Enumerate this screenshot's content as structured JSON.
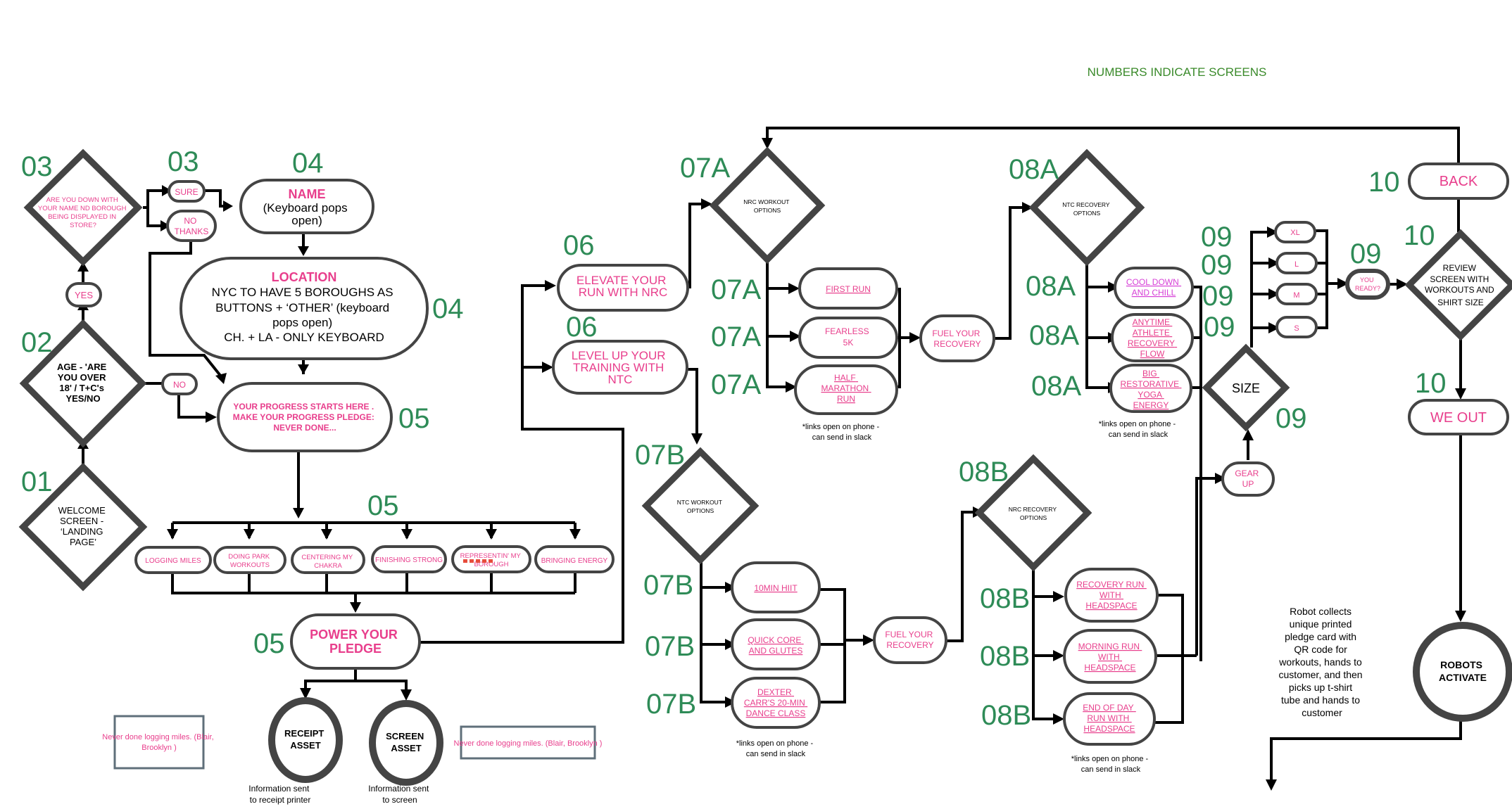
{
  "legend": "NUMBERS INDICATE SCREENS",
  "colors": {
    "accent_pink": "#e83e8c",
    "screen_green": "#2e8b57",
    "legend_green": "#3a8a2a",
    "stroke": "#444444"
  },
  "screens": {
    "s01": "01",
    "s02": "02",
    "s03a": "03",
    "s03b": "03",
    "s04a": "04",
    "s04b": "04",
    "s05a": "05",
    "s05b": "05",
    "s05c": "05",
    "s06a": "06",
    "s06b": "06",
    "s07a": [
      "07A",
      "07A",
      "07A",
      "07A"
    ],
    "s07b": [
      "07B",
      "07B",
      "07B",
      "07B"
    ],
    "s08a": [
      "08A",
      "08A",
      "08A",
      "08A"
    ],
    "s08b": [
      "08B",
      "08B",
      "08B",
      "08B"
    ],
    "s09": [
      "09",
      "09",
      "09",
      "09",
      "09",
      "09"
    ],
    "s10": [
      "10",
      "10",
      "10"
    ]
  },
  "nodes": {
    "welcome": [
      "WELCOME",
      "SCREEN -",
      "‘LANDING",
      "PAGE’"
    ],
    "age": [
      "AGE - 'ARE",
      "YOU OVER",
      "18' /  T+C's",
      "YES/NO"
    ],
    "yes": "YES",
    "no": "NO",
    "consent": [
      "ARE YOU DOWN WITH",
      "YOUR NAME ND BOROUGH",
      "BEING DISPLAYED IN",
      "STORE?"
    ],
    "sure": "SURE",
    "no_thanks": [
      "NO",
      "THANKS"
    ],
    "name_title": "NAME",
    "name_sub": [
      "(Keyboard pops",
      "open)"
    ],
    "location_title": "LOCATION",
    "location_body": [
      "NYC TO HAVE 5 BOROUGHS AS",
      "BUTTONS + ‘OTHER’ (keyboard",
      "pops open)",
      "CH. + LA - ONLY KEYBOARD"
    ],
    "progress": [
      "YOUR PROGRESS STARTS HERE .",
      "MAKE YOUR PROGRESS PLEDGE:",
      "NEVER DONE..."
    ],
    "pledge_options": [
      [
        "LOGGING MILES"
      ],
      [
        "DOING PARK",
        "WORKOUTS"
      ],
      [
        "CENTERING MY",
        "CHAKRA"
      ],
      [
        "FINISHING STRONG"
      ],
      [
        "REPRESENTIN' MY",
        "BOROUGH"
      ],
      [
        "BRINGING ENERGY"
      ]
    ],
    "power": [
      "POWER YOUR",
      "PLEDGE"
    ],
    "receipt_asset": [
      "RECEIPT",
      "ASSET"
    ],
    "screen_asset": [
      "SCREEN",
      "ASSET"
    ],
    "receipt_note": [
      "Information sent",
      "to receipt printer"
    ],
    "screen_note": [
      "Information sent",
      "to screen"
    ],
    "receipt_preview": [
      "Never done logging miles. (Blair,",
      "Brooklyn )"
    ],
    "screen_preview": "Never done logging miles. (Blair, Brooklyn )",
    "nrc": [
      "ELEVATE YOUR",
      "RUN WITH NRC"
    ],
    "ntc": [
      "LEVEL UP YOUR",
      "TRAINING WITH",
      "NTC"
    ],
    "nrc_workout": [
      "NRC WORKOUT",
      "OPTIONS"
    ],
    "ntc_workout": [
      "NTC WORKOUT",
      "OPTIONS"
    ],
    "nrc_items": [
      [
        "FIRST RUN"
      ],
      [
        "FEARLESS",
        "5K"
      ],
      [
        "HALF",
        "MARATHON",
        "RUN"
      ]
    ],
    "ntc_items": [
      [
        "10MIN HIIT"
      ],
      [
        "QUICK CORE",
        "AND GLUTES"
      ],
      [
        "DEXTER",
        "CARR'S 20-MIN",
        "DANCE CLASS"
      ]
    ],
    "links_note": [
      "*links open on phone -",
      "can send in slack"
    ],
    "fuel": [
      "FUEL YOUR",
      "RECOVERY"
    ],
    "ntc_recovery": [
      "NTC RECOVERY",
      "OPTIONS"
    ],
    "nrc_recovery": [
      "NRC RECOVERY",
      "OPTIONS"
    ],
    "ntc_rec_items": [
      [
        "COOL DOWN",
        "AND CHILL"
      ],
      [
        "ANYTIME",
        "ATHLETE",
        "RECOVERY",
        "FLOW"
      ],
      [
        "BIG",
        "RESTORATIVE",
        "YOGA",
        "ENERGY"
      ]
    ],
    "nrc_rec_items": [
      [
        "RECOVERY RUN",
        "WITH",
        "HEADSPACE"
      ],
      [
        "MORNING RUN",
        "WITH",
        "HEADSPACE"
      ],
      [
        "END OF DAY",
        "RUN WITH",
        "HEADSPACE"
      ]
    ],
    "gear_up": [
      "GEAR",
      "UP"
    ],
    "size": "SIZE",
    "sizes": [
      "XL",
      "L",
      "M",
      "S"
    ],
    "ready": [
      "YOU",
      "READY?"
    ],
    "review": [
      "REVIEW",
      "SCREEN WITH",
      "WORKOUTS AND",
      "SHIRT SIZE"
    ],
    "back": "BACK",
    "we_out": "WE OUT",
    "robots": [
      "ROBOTS",
      "ACTIVATE"
    ],
    "robot_note": [
      "Robot collects",
      "unique printed",
      "pledge card with",
      "QR code for",
      "workouts, hands to",
      "customer, and then",
      "picks up t-shirt",
      "tube and hands to",
      "customer"
    ]
  }
}
